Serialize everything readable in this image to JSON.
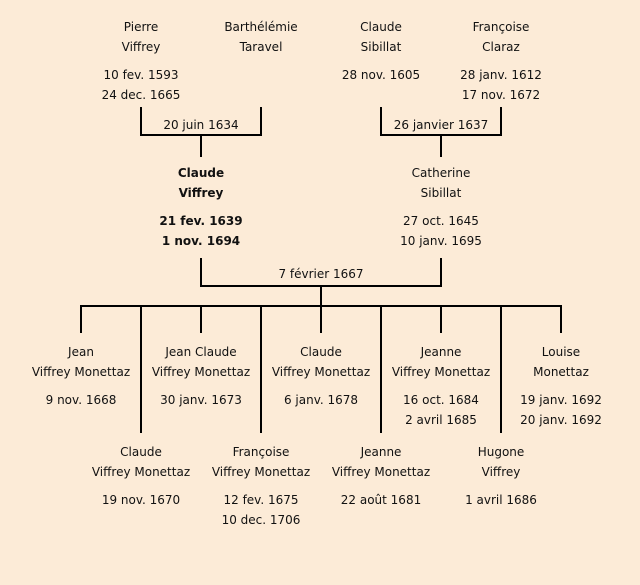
{
  "grandparents": [
    {
      "first": "Pierre",
      "last": "Viffrey",
      "dates": [
        "10 fev. 1593",
        "24 dec. 1665"
      ]
    },
    {
      "first": "Barthélémie",
      "last": "Taravel",
      "dates": []
    },
    {
      "first": "Claude",
      "last": "Sibillat",
      "dates": [
        "28 nov. 1605"
      ]
    },
    {
      "first": "Françoise",
      "last": "Claraz",
      "dates": [
        "28 janv. 1612",
        "17 nov. 1672"
      ]
    }
  ],
  "marriages": [
    "20 juin 1634",
    "26 janvier 1637",
    "7 février 1667"
  ],
  "parents": [
    {
      "first": "Claude",
      "last": "Viffrey",
      "dates": [
        "21 fev. 1639",
        "1 nov. 1694"
      ],
      "highlighted": true
    },
    {
      "first": "Catherine",
      "last": "Sibillat",
      "dates": [
        "27 oct. 1645",
        "10 janv. 1695"
      ]
    }
  ],
  "children": [
    {
      "first": "Jean",
      "last": "Viffrey Monettaz",
      "dates": [
        "9 nov. 1668"
      ]
    },
    {
      "first": "Claude",
      "last": "Viffrey Monettaz",
      "dates": [
        "19 nov. 1670"
      ]
    },
    {
      "first": "Jean Claude",
      "last": "Viffrey Monettaz",
      "dates": [
        "30 janv. 1673"
      ]
    },
    {
      "first": "Françoise",
      "last": "Viffrey Monettaz",
      "dates": [
        "12 fev. 1675",
        "10 dec. 1706"
      ]
    },
    {
      "first": "Claude",
      "last": "Viffrey Monettaz",
      "dates": [
        "6 janv. 1678"
      ]
    },
    {
      "first": "Jeanne",
      "last": "Viffrey Monettaz",
      "dates": [
        "22 août 1681"
      ]
    },
    {
      "first": "Jeanne",
      "last": "Viffrey Monettaz",
      "dates": [
        "16 oct. 1684",
        "2 avril 1685"
      ]
    },
    {
      "first": "Hugone",
      "last": "Viffrey",
      "dates": [
        "1 avril 1686"
      ]
    },
    {
      "first": "Louise",
      "last": "Monettaz",
      "dates": [
        "19 janv. 1692",
        "20 janv. 1692"
      ]
    }
  ]
}
